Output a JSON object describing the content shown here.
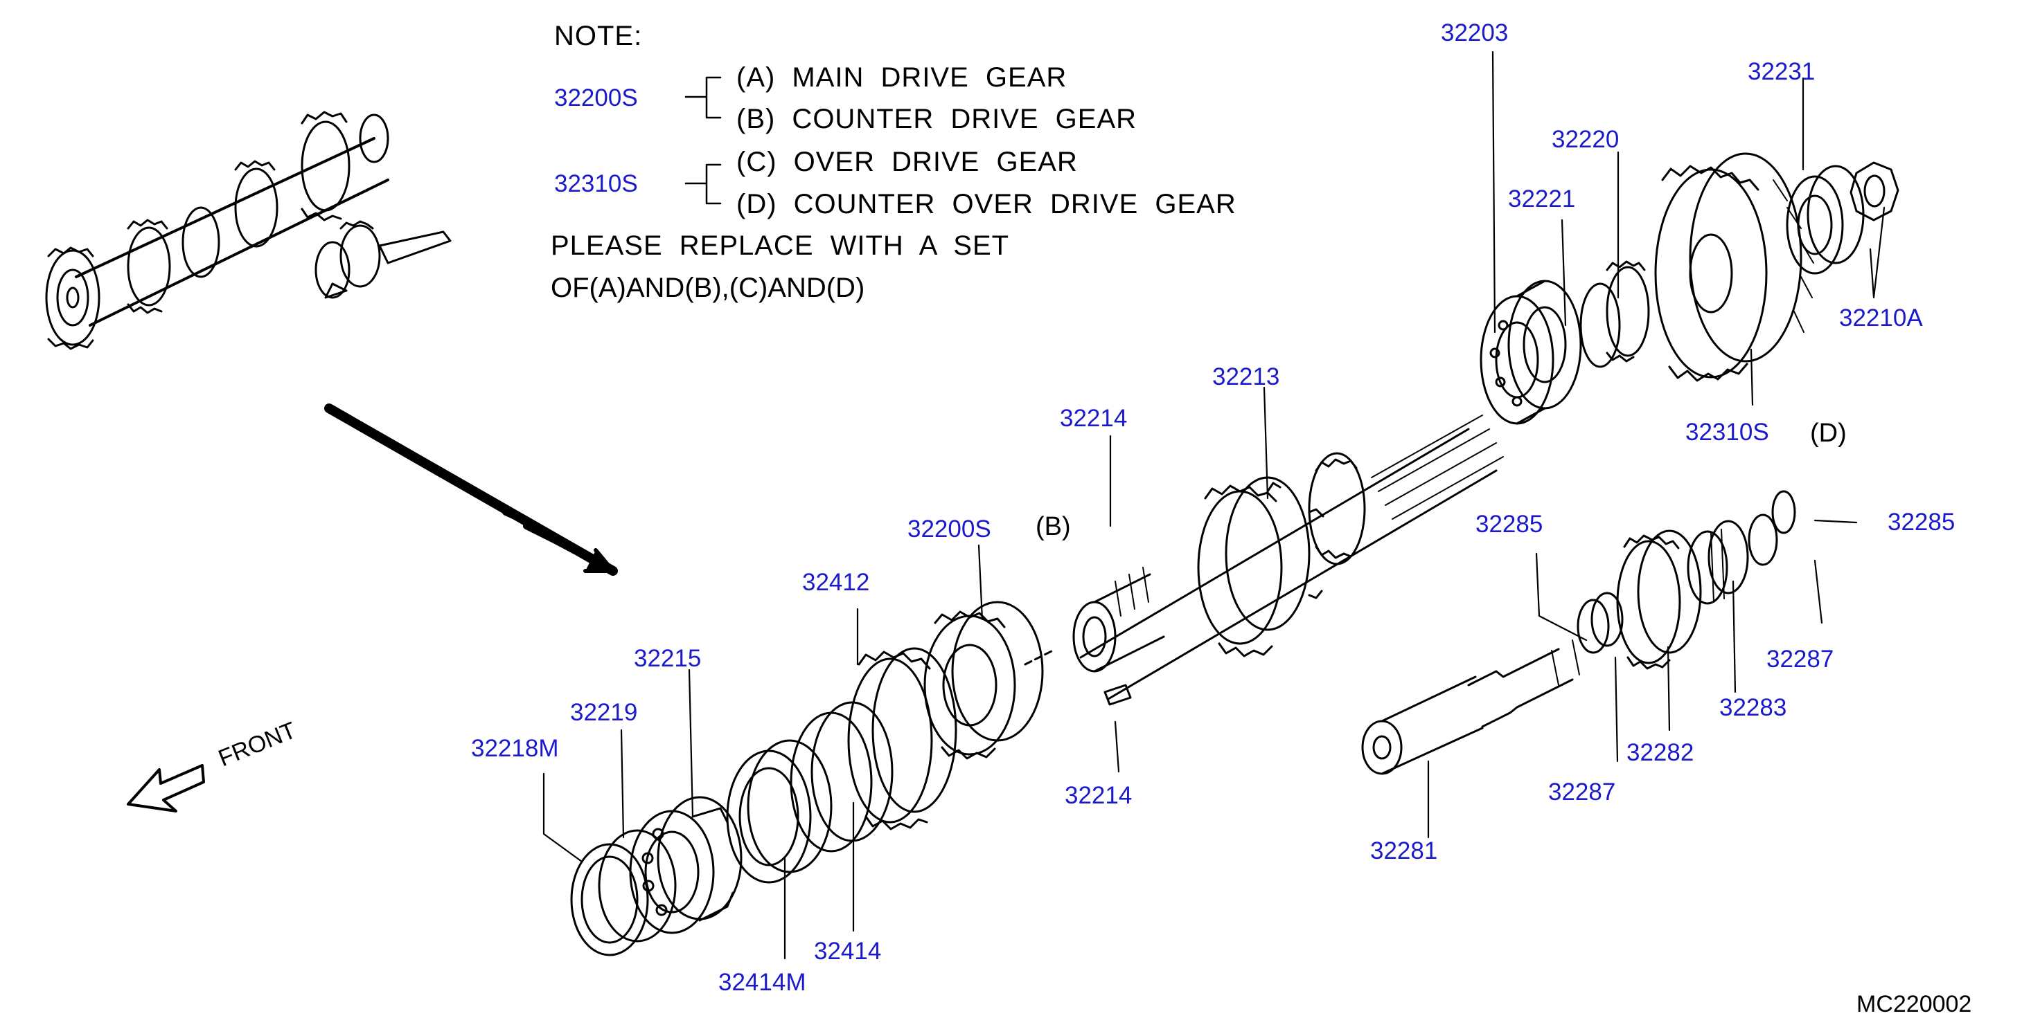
{
  "note": {
    "heading": "NOTE:",
    "lines": [
      "(A) MAIN DRIVE GEAR",
      "(B) COUNTER DRIVE GEAR",
      "(C) OVER DRIVE GEAR",
      "(D) COUNTER OVER DRIVE GEAR"
    ],
    "groups": [
      "32200S",
      "32310S"
    ],
    "instruction_1": "PLEASE REPLACE WITH A SET",
    "instruction_2": "OF(A)AND(B),(C)AND(D)"
  },
  "front_label": "FRONT",
  "diagram_code": "MC220002",
  "parts": [
    {
      "id": "p32203",
      "label": "32203"
    },
    {
      "id": "p32231",
      "label": "32231"
    },
    {
      "id": "p32220",
      "label": "32220"
    },
    {
      "id": "p32221",
      "label": "32221"
    },
    {
      "id": "p32210A",
      "label": "32210A"
    },
    {
      "id": "p32310S",
      "label": "32310S"
    },
    {
      "id": "p32213",
      "label": "32213"
    },
    {
      "id": "p32214a",
      "label": "32214"
    },
    {
      "id": "p32200S",
      "label": "32200S"
    },
    {
      "id": "p32412",
      "label": "32412"
    },
    {
      "id": "p32215",
      "label": "32215"
    },
    {
      "id": "p32219",
      "label": "32219"
    },
    {
      "id": "p32218M",
      "label": "32218M"
    },
    {
      "id": "p32214b",
      "label": "32214"
    },
    {
      "id": "p32414",
      "label": "32414"
    },
    {
      "id": "p32414M",
      "label": "32414M"
    },
    {
      "id": "p32285a",
      "label": "32285"
    },
    {
      "id": "p32285b",
      "label": "32285"
    },
    {
      "id": "p32287a",
      "label": "32287"
    },
    {
      "id": "p32283",
      "label": "32283"
    },
    {
      "id": "p32282",
      "label": "32282"
    },
    {
      "id": "p32287b",
      "label": "32287"
    },
    {
      "id": "p32281",
      "label": "32281"
    }
  ],
  "gear_tags": [
    {
      "id": "tD",
      "label": "(D)"
    },
    {
      "id": "tB",
      "label": "(B)"
    }
  ]
}
